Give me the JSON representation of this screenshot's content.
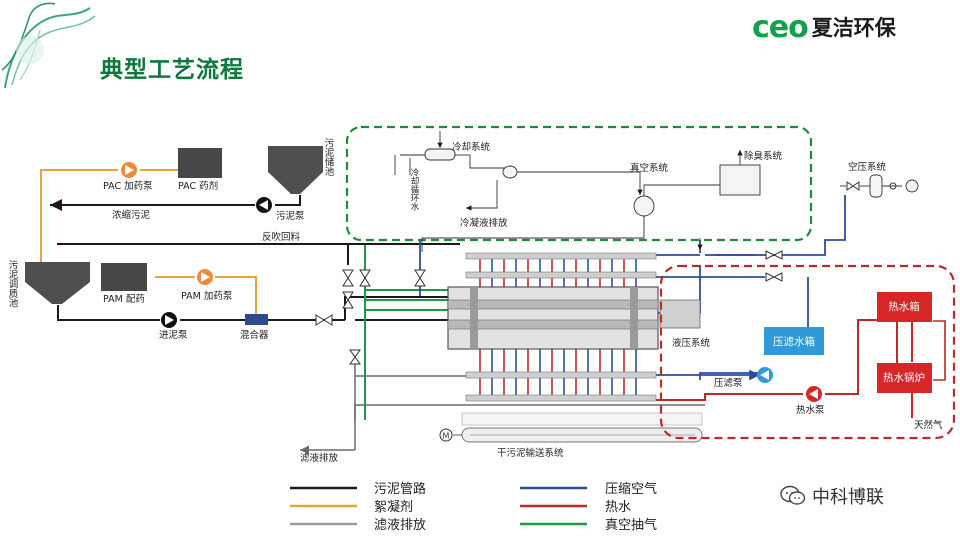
{
  "slide": {
    "title": "典型工艺流程",
    "brand": {
      "logo": "ceo",
      "name": "夏洁环保"
    },
    "watermark": "中科博联"
  },
  "diagram": {
    "labels": {
      "pac_pump": "PAC 加药泵",
      "pac_agent": "PAC 药剂",
      "sludge_store_tank": "污泥储池",
      "sludge_pump": "污泥泵",
      "thick_sludge": "浓缩污泥",
      "backflush": "反吹回料",
      "conditioning_tank": "污泥调质池",
      "pam_prep": "PAM 配药",
      "pam_pump": "PAM 加药泵",
      "feed_pump": "进泥泵",
      "mixer": "混合器",
      "cooling_system": "冷却系统",
      "cooling_loop_water": "冷却循环水",
      "condensate_drain": "冷凝液排放",
      "vacuum_system": "真空系统",
      "deodor_system": "除臭系统",
      "air_compress_system": "空压系统",
      "hydraulic_system": "液压系统",
      "press_water_tank": "压滤水箱",
      "press_pump": "压滤泵",
      "hot_water_pump": "热水泵",
      "hot_water_tank": "热水箱",
      "hot_water_boiler": "热水锅炉",
      "natural_gas": "天然气",
      "filtrate_drain": "滤液排放",
      "dry_sludge_conveyor": "干污泥输送系统",
      "motor_symbol": "M"
    },
    "legend": [
      {
        "label": "污泥管路",
        "color": "#1a1a1a"
      },
      {
        "label": "絮凝剂",
        "color": "#e8a33a"
      },
      {
        "label": "滤液排放",
        "color": "#9a9a9a"
      },
      {
        "label": "压缩空气",
        "color": "#2d4d9c"
      },
      {
        "label": "热水",
        "color": "#c0282a"
      },
      {
        "label": "真空抽气",
        "color": "#1f9a3f"
      }
    ],
    "colors": {
      "sludge": "#1a1a1a",
      "flocculant": "#e8a33a",
      "filtrate": "#9a9a9a",
      "air": "#2d4d9c",
      "hot_water": "#c0282a",
      "vacuum": "#1f9a3f",
      "pump_orange": "#f08a3a",
      "tank_blue": "#2f9ad6",
      "boiler_red": "#d62626"
    }
  }
}
